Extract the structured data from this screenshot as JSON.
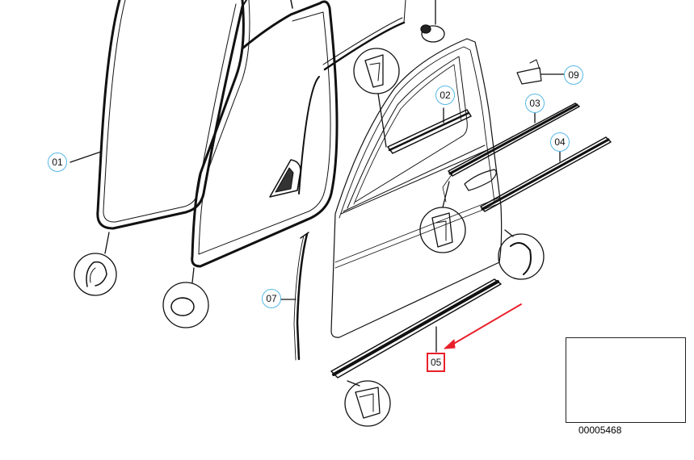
{
  "callouts": {
    "c01": "01",
    "c02": "02",
    "c03": "03",
    "c04": "04",
    "c05": "05",
    "c07": "07",
    "c09": "09"
  },
  "diagram_id": "00005468",
  "colors": {
    "callout_border": "#55b8e6",
    "highlight": "#e8202a",
    "line": "#111111"
  }
}
